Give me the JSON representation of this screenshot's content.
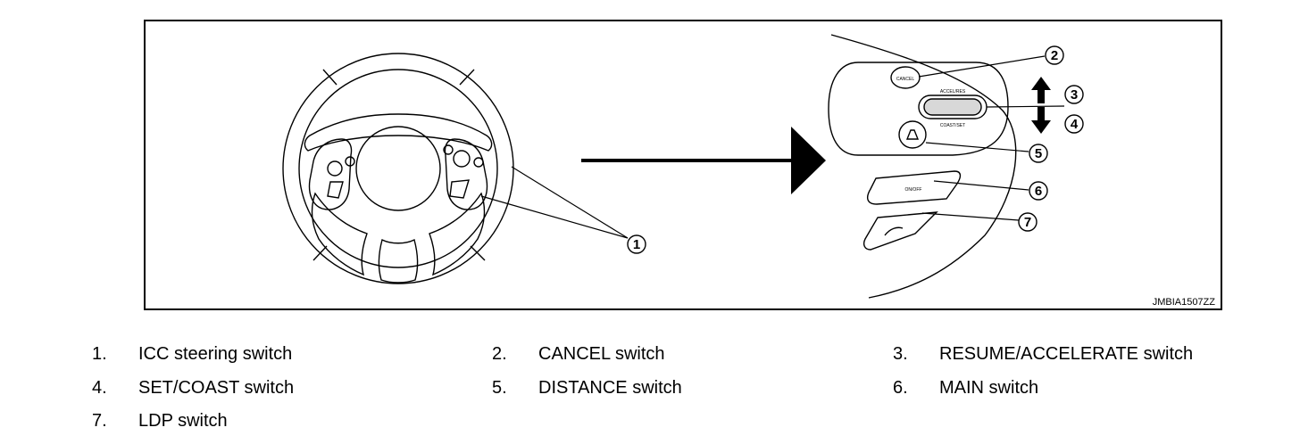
{
  "figure": {
    "code": "JMBIA1507ZZ",
    "callouts": [
      "1",
      "2",
      "3",
      "4",
      "5",
      "6",
      "7"
    ],
    "switch_labels": {
      "cancel": "CANCEL",
      "accel": "ACCEL/RES",
      "coast": "COAST/SET",
      "main": "ON/OFF"
    }
  },
  "legend": [
    {
      "num": "1.",
      "label": "ICC steering switch"
    },
    {
      "num": "2.",
      "label": "CANCEL switch"
    },
    {
      "num": "3.",
      "label": "RESUME/ACCELERATE switch"
    },
    {
      "num": "4.",
      "label": "SET/COAST switch"
    },
    {
      "num": "5.",
      "label": "DISTANCE switch"
    },
    {
      "num": "6.",
      "label": "MAIN switch"
    },
    {
      "num": "7.",
      "label": "LDP switch"
    }
  ]
}
